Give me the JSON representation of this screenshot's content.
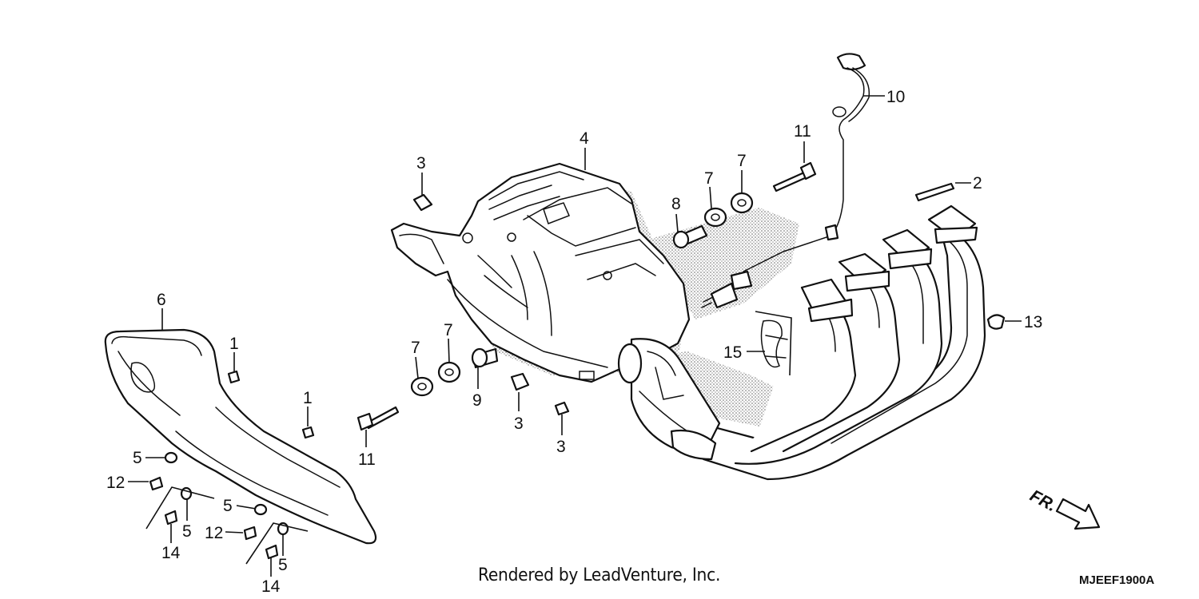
{
  "diagram": {
    "callouts": [
      {
        "id": "c-1a",
        "text": "1"
      },
      {
        "id": "c-1b",
        "text": "1"
      },
      {
        "id": "c-2",
        "text": "2"
      },
      {
        "id": "c-3a",
        "text": "3"
      },
      {
        "id": "c-3b",
        "text": "3"
      },
      {
        "id": "c-3c",
        "text": "3"
      },
      {
        "id": "c-4",
        "text": "4"
      },
      {
        "id": "c-5a",
        "text": "5"
      },
      {
        "id": "c-5b",
        "text": "5"
      },
      {
        "id": "c-5c",
        "text": "5"
      },
      {
        "id": "c-5d",
        "text": "5"
      },
      {
        "id": "c-6",
        "text": "6"
      },
      {
        "id": "c-7a",
        "text": "7"
      },
      {
        "id": "c-7b",
        "text": "7"
      },
      {
        "id": "c-7c",
        "text": "7"
      },
      {
        "id": "c-7d",
        "text": "7"
      },
      {
        "id": "c-8",
        "text": "8"
      },
      {
        "id": "c-9",
        "text": "9"
      },
      {
        "id": "c-10",
        "text": "10"
      },
      {
        "id": "c-11a",
        "text": "11"
      },
      {
        "id": "c-11b",
        "text": "11"
      },
      {
        "id": "c-12a",
        "text": "12"
      },
      {
        "id": "c-12b",
        "text": "12"
      },
      {
        "id": "c-13",
        "text": "13"
      },
      {
        "id": "c-14a",
        "text": "14"
      },
      {
        "id": "c-14b",
        "text": "14"
      },
      {
        "id": "c-15",
        "text": "15"
      }
    ],
    "direction_label": "FR.",
    "credit": "Rendered by LeadVenture, Inc.",
    "figure_code": "MJEEF1900A"
  }
}
